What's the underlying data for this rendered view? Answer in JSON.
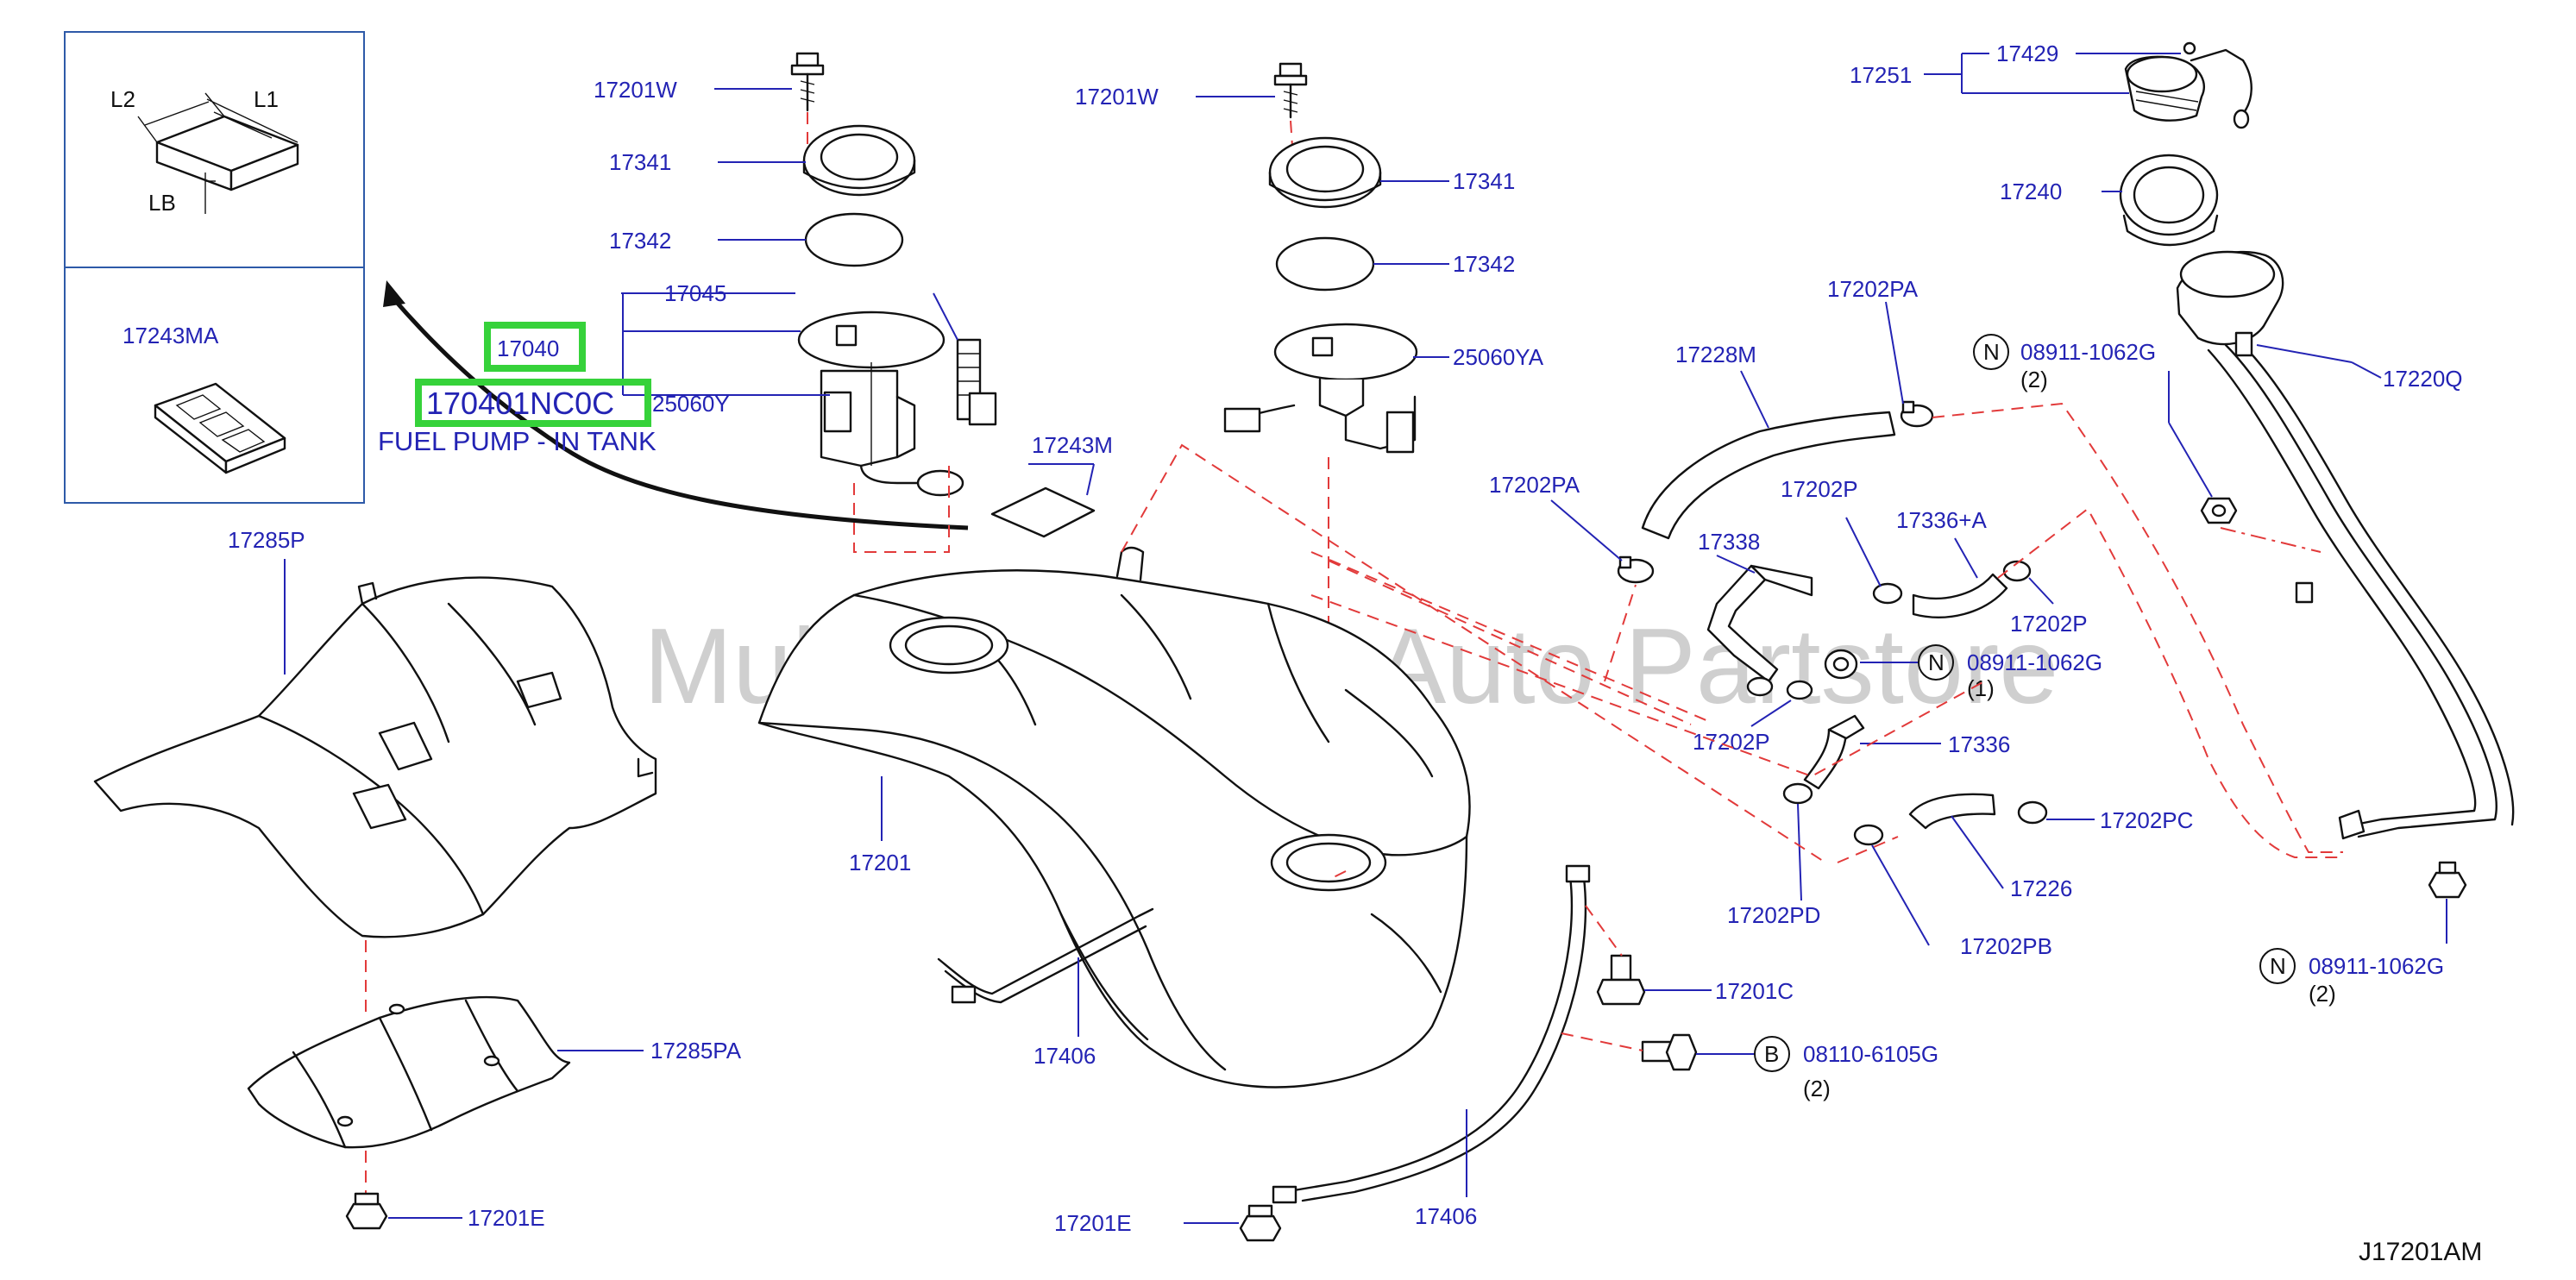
{
  "diagram": {
    "code": "J17201AM",
    "watermark": "Multi-Merchant Auto Partstore",
    "caption": "FUEL PUMP - IN TANK",
    "inset": {
      "dim_l1": "L1",
      "dim_l2": "L2",
      "dim_lb": "LB",
      "part": "17243MA"
    },
    "highlighted": [
      "17040",
      "170401NC0C"
    ],
    "labels": {
      "p17201W_a": "17201W",
      "p17341_a": "17341",
      "p17342_a": "17342",
      "p17045": "17045",
      "p17040": "17040",
      "p170401NC0C": "170401NC0C",
      "p25060Y": "25060Y",
      "p17243M": "17243M",
      "p17201W_b": "17201W",
      "p17341_b": "17341",
      "p17342_b": "17342",
      "p25060YA": "25060YA",
      "p17285P": "17285P",
      "p17201": "17201",
      "p17285PA": "17285PA",
      "p17201E_a": "17201E",
      "p17406_a": "17406",
      "p17201E_b": "17201E",
      "p17406_b": "17406",
      "p17201C": "17201C",
      "p08110": "08110-6105G",
      "p17228M": "17228M",
      "p17202PA_a": "17202PA",
      "p17202PA_b": "17202PA",
      "p17202P_a": "17202P",
      "p17338": "17338",
      "p17336A": "17336+A",
      "p17202P_b": "17202P",
      "p08911_b": "08911-1062G",
      "p17202P_c": "17202P",
      "p17336": "17336",
      "p17202PC": "17202PC",
      "p17226": "17226",
      "p17202PD": "17202PD",
      "p17202PB": "17202PB",
      "p17429": "17429",
      "p17251": "17251",
      "p17240": "17240",
      "p08911_a": "08911-1062G",
      "p17220Q": "17220Q",
      "p08911_c": "08911-1062G"
    },
    "qty": {
      "q08911_a": "(2)",
      "q08911_b": "(1)",
      "q08911_c": "(2)",
      "q08110": "(2)"
    },
    "markers": {
      "n": "N",
      "b": "B"
    }
  }
}
